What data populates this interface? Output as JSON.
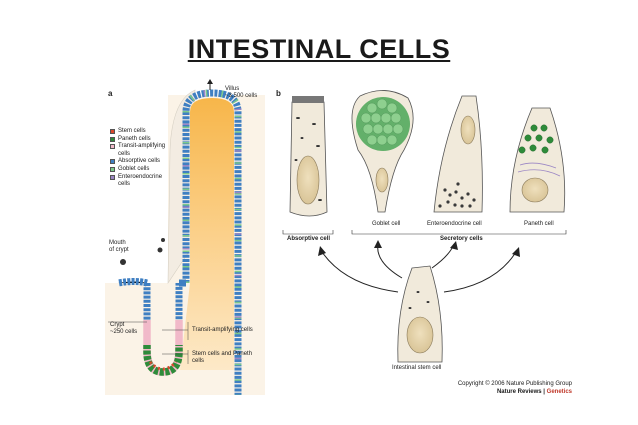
{
  "title": "INTESTINAL CELLS",
  "panel_a": {
    "letter": "a",
    "villus": "Villus\n~3,500 cells",
    "mouth": "Mouth\nof crypt",
    "crypt": "Crypt\n~250 cells",
    "transit": "Transit-amplifying cells",
    "stem_paneth": "Stem cells and Paneth\ncells",
    "legend": [
      {
        "label": "Stem cells",
        "color": "#d9472b"
      },
      {
        "label": "Paneth cells",
        "color": "#2e8b3a"
      },
      {
        "label": "Transit-amplifying\ncells",
        "color": "#f1b9c9"
      },
      {
        "label": "Absorptive cells",
        "color": "#3f7fc2"
      },
      {
        "label": "Goblet cells",
        "color": "#7cc98a"
      },
      {
        "label": "Enteroendocrine\ncells",
        "color": "#9b86c4"
      }
    ]
  },
  "panel_b": {
    "letter": "b",
    "absorptive": "Absorptive cell",
    "goblet": "Goblet cell",
    "entero": "Enteroendocrine cell",
    "paneth": "Paneth cell",
    "absorptive_group": "Absorptive cell",
    "secretory_group": "Secretory cells",
    "stem": "Intestinal stem cell"
  },
  "copyright": {
    "line1": "Copyright © 2006 Nature Publishing Group",
    "line2a": "Nature Reviews |",
    "line2b": " Genetics"
  }
}
